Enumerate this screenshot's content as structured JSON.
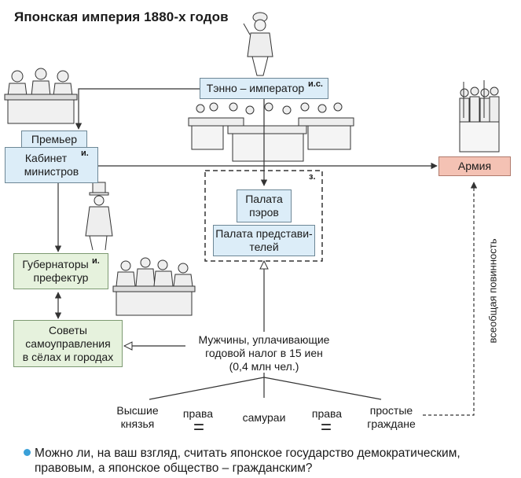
{
  "title": "Японская империя 1880-х годов",
  "boxes": {
    "tenno": {
      "label": "Тэнно – император",
      "sup": "и.с."
    },
    "premier": {
      "label": "Премьер"
    },
    "cabinet": {
      "line1": "Кабинет",
      "line2": "министров",
      "sup": "и."
    },
    "army": {
      "label": "Армия"
    },
    "peers": {
      "line1": "Палата",
      "line2": "пэров"
    },
    "representatives": {
      "line1": "Палата представи-",
      "line2": "телей"
    },
    "parliament_mark": "з.",
    "governors": {
      "line1": "Губернаторы",
      "line2": "префектур",
      "sup": "и."
    },
    "councils": {
      "line1": "Советы",
      "line2": "самоуправления",
      "line3": "в сёлах и городах"
    }
  },
  "voters": {
    "line1": "Мужчины, уплачивающие",
    "line2": "годовой налог в 15 иен",
    "line3": "(0,4 млн чел.)"
  },
  "estates": {
    "nobles": {
      "line1": "Высшие",
      "line2": "князья"
    },
    "rights_left": "права",
    "eq_left": "=",
    "samurai": "самураи",
    "rights_right": "права",
    "eq_right": "=",
    "commoners": {
      "line1": "простые",
      "line2": "граждане"
    }
  },
  "conscription": "всеобщая повинность",
  "question": "Можно ли, на ваш взгляд, считать японское государство демократическим, правовым, а японское общество – гражданским?",
  "colors": {
    "blue_box": "#dcedf8",
    "green_box": "#e6f2dd",
    "army_box": "#f4c2b4",
    "bullet": "#3aa0d8"
  }
}
